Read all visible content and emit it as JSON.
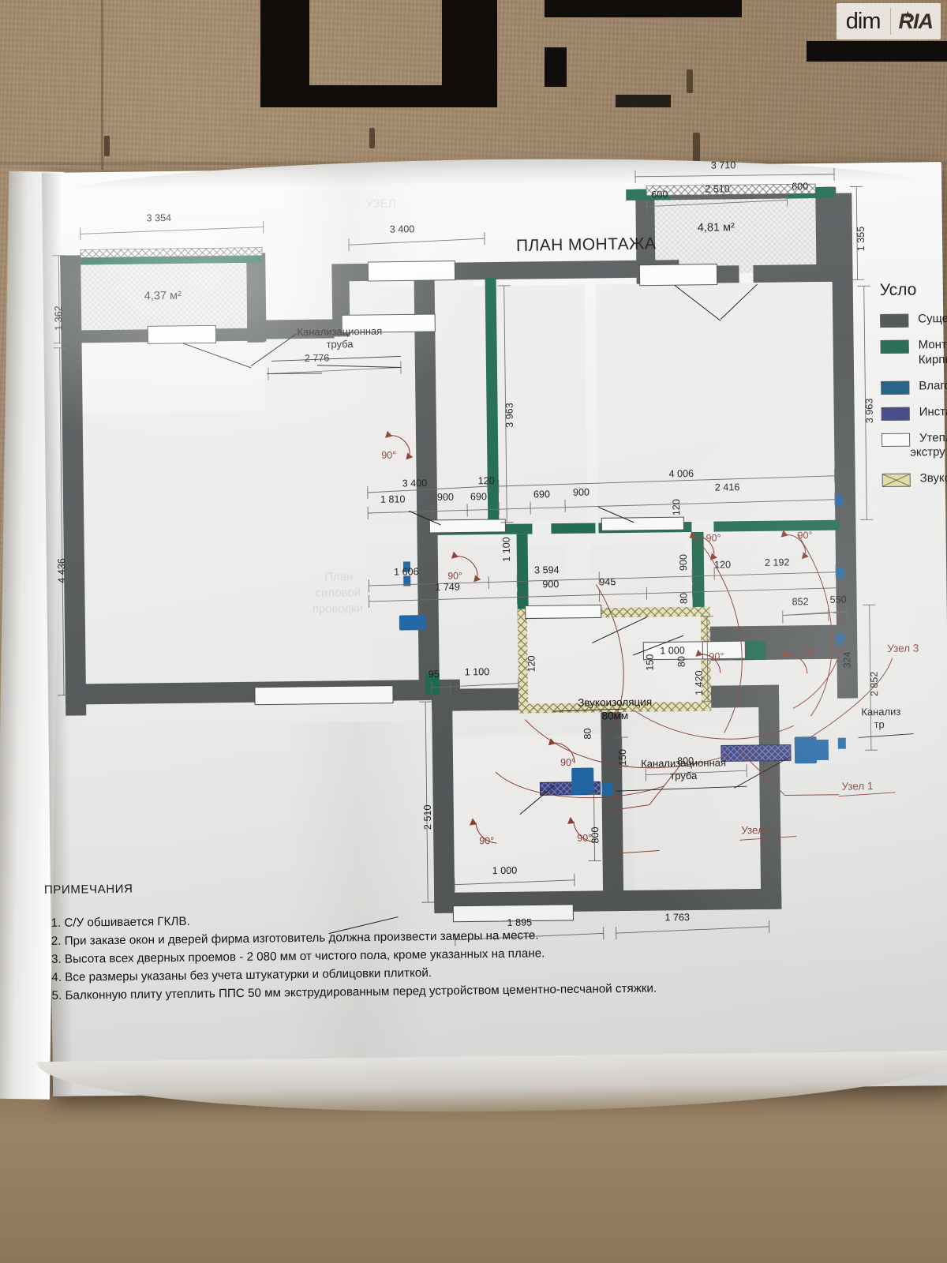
{
  "watermark": {
    "left": "dim",
    "right": "RIA",
    "star": "★"
  },
  "drawing": {
    "title": "ПЛАН МОНТАЖА",
    "areas": [
      {
        "id": "balcony-left",
        "label": "4,37 м²"
      },
      {
        "id": "balcony-top-right",
        "label": "4,81 м²"
      }
    ],
    "callouts": [
      {
        "id": "sewer-pipe-top",
        "line1": "Канализационная",
        "line2": "труба"
      },
      {
        "id": "sewer-pipe-bottom",
        "line1": "Канализационная",
        "line2": "труба"
      },
      {
        "id": "sewer-pipe-right",
        "line1": "Канализ",
        "line2": "тр"
      }
    ],
    "soundproof": {
      "line1": "Звукоизоляция",
      "line2": "80мм"
    },
    "nodes": [
      {
        "id": "node-1",
        "label": "Узел 1"
      },
      {
        "id": "node-2",
        "label": "Узел 2"
      },
      {
        "id": "node-3",
        "label": "Узел 3"
      }
    ],
    "angles": [
      "90°",
      "90°",
      "90°",
      "90°",
      "90°",
      "90°",
      "90°",
      "90°",
      "90°"
    ],
    "dimensions": {
      "left_vertical": [
        "1 362",
        "4 436"
      ],
      "left_top": [
        "3 354"
      ],
      "top_sewer": [
        "2 776"
      ],
      "top_center": [
        "3 400"
      ],
      "top_right_balcony": [
        "3 710",
        "600",
        "2 510",
        "600"
      ],
      "right_vertical": [
        "1 355",
        "3 963",
        "2 852"
      ],
      "center_vertical": [
        "3 963"
      ],
      "center_band_upper": [
        "3 400",
        "120",
        "4 006"
      ],
      "center_band_lower": [
        "1 810",
        "900",
        "690",
        "690",
        "900",
        "2 416",
        "120"
      ],
      "center_band_third": [
        "1 606",
        "1 100",
        "3 594",
        "900",
        "120",
        "2 192"
      ],
      "center_band_fourth": [
        "1 749",
        "900",
        "945",
        "900",
        "80"
      ],
      "soundproof_dims": [
        "120",
        "80",
        "1 420",
        "80"
      ],
      "right_lower": [
        "852",
        "550",
        "324",
        "150",
        "1 000"
      ],
      "bottom_left": [
        "95",
        "1 100",
        "2 510",
        "1 000",
        "800"
      ],
      "bottom_right": [
        "800",
        "150"
      ],
      "bottom_total": [
        "1 895",
        "1 763"
      ]
    }
  },
  "legend": {
    "title": "Усло",
    "items": [
      {
        "id": "existing",
        "color": "#4e5152",
        "text": "Существ"
      },
      {
        "id": "mounted-brick",
        "color": "#1f6b4f",
        "text_line1": "Монтир",
        "text_line2": "Кирпич"
      },
      {
        "id": "moisture",
        "color": "#1d5c84",
        "text": "Влагос"
      },
      {
        "id": "installation",
        "color": "#3a4183",
        "text": "Инстал"
      },
      {
        "id": "insulation",
        "color": "#ffffff",
        "text_line1": "Утепл",
        "text_line2": "экстру"
      },
      {
        "id": "soundproofing",
        "color": "#e3dfa8",
        "text": "Звуко"
      }
    ]
  },
  "notes": {
    "heading": "ПРИМЕЧАНИЯ",
    "items": [
      "1. С/У обшивается ГКЛВ.",
      "2. При заказе окон и дверей фирма изготовитель должна произвести замеры на месте.",
      "3. Высота всех дверных проемов - 2 080 мм от чистого пола, кроме указанных на плане.",
      "4. Все размеры указаны без учета штукатурки и облицовки плиткой.",
      "5. Балконную плиту утеплить ППС 50 мм экструдированным перед устройством цементно-песчаной стяжки."
    ]
  },
  "colors": {
    "existing_wall": "#565a5b",
    "new_wall_green": "#1f6b4f",
    "installation_blue": "#3a4183",
    "moisture_blue": "#1f69a8",
    "soundproof_fill": "#e8e4b4",
    "annotation_red": "#8d4034",
    "paper": "#f4f3f1"
  }
}
